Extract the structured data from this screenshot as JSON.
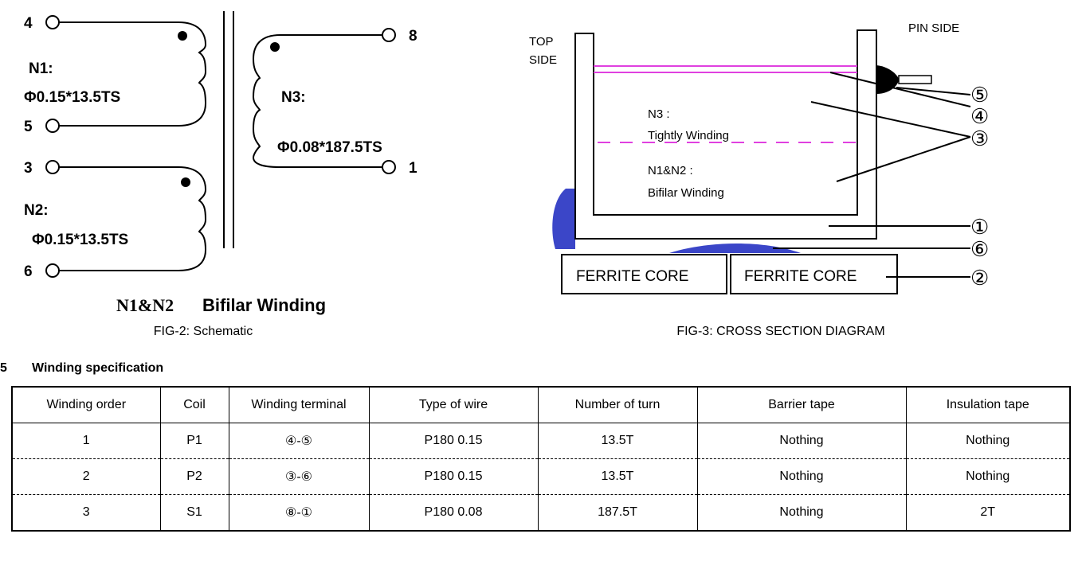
{
  "schematic": {
    "pins": {
      "p4": "4",
      "p5": "5",
      "p3": "3",
      "p6": "6",
      "p8": "8",
      "p1": "1"
    },
    "n1_name": "N1:",
    "n1_spec": "Φ0.15*13.5TS",
    "n2_name": "N2:",
    "n2_spec": "Φ0.15*13.5TS",
    "n3_name": "N3:",
    "n3_spec": "Φ0.08*187.5TS",
    "bifilar_prefix": "N1&N2",
    "bifilar_text": "Bifilar Winding",
    "caption": "FIG-2: Schematic"
  },
  "cross_section": {
    "top_side_line1": "TOP",
    "top_side_line2": "SIDE",
    "pin_side": "PIN SIDE",
    "n3_label": "N3 :",
    "n3_desc": "Tightly Winding",
    "n12_label": "N1&N2 :",
    "n12_desc": "Bifilar Winding",
    "ferrite_left": "FERRITE CORE",
    "ferrite_right": "FERRITE CORE",
    "callouts": {
      "c5": "⑤",
      "c4": "④",
      "c3": "③",
      "c1": "①",
      "c6": "⑥",
      "c2": "②"
    },
    "caption": "FIG-3: CROSS SECTION DIAGRAM",
    "colors": {
      "winding": "#e040e0",
      "glue": "#3b46c8"
    }
  },
  "section": {
    "number": "5",
    "title": "Winding specification"
  },
  "table": {
    "headers": [
      "Winding order",
      "Coil",
      "Winding terminal",
      "Type of wire",
      "Number of turn",
      "Barrier tape",
      "Insulation tape"
    ],
    "rows": [
      [
        "1",
        "P1",
        "④-⑤",
        "P180 0.15",
        "13.5T",
        "Nothing",
        "Nothing"
      ],
      [
        "2",
        "P2",
        "③-⑥",
        "P180 0.15",
        "13.5T",
        "Nothing",
        "Nothing"
      ],
      [
        "3",
        "S1",
        "⑧-①",
        "P180 0.08",
        "187.5T",
        "Nothing",
        "2T"
      ]
    ]
  }
}
